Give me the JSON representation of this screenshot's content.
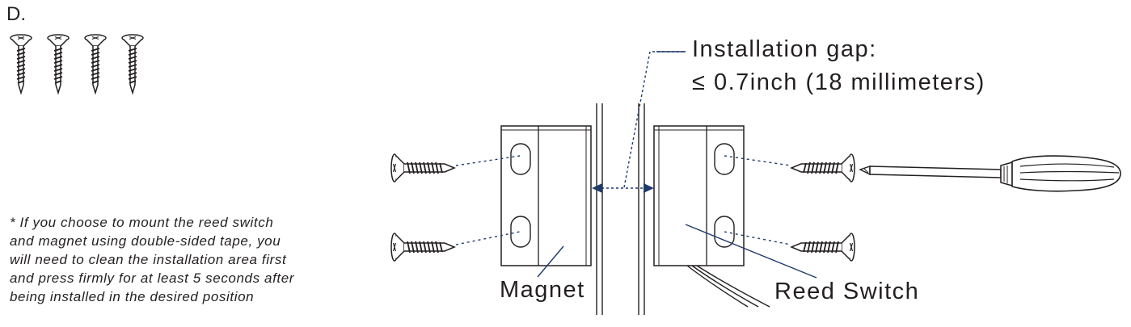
{
  "step_label": "D.",
  "gap": {
    "line1": "Installation gap:",
    "line2": "≤ 0.7inch (18 millimeters)"
  },
  "labels": {
    "magnet": "Magnet",
    "reed_switch": "Reed Switch"
  },
  "note": {
    "lines": [
      "* If you choose to mount the reed switch",
      "and magnet using double-sided tape, you",
      "will need to clean the installation area first",
      "and press firmly for at least 5 seconds after",
      "being installed in the desired position"
    ]
  },
  "colors": {
    "ink": "#231f20",
    "accent": "#1f3a6b"
  },
  "icons": [
    "screw-icon",
    "screwdriver-icon",
    "arrow-left-icon",
    "arrow-right-icon"
  ]
}
